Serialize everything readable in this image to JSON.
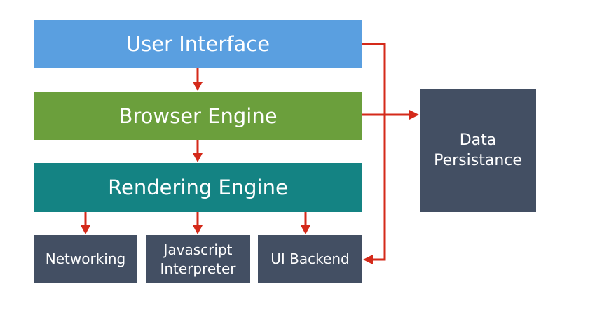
{
  "diagram": {
    "user_interface": "User Interface",
    "browser_engine": "Browser Engine",
    "rendering_engine": "Rendering Engine",
    "networking": "Networking",
    "javascript_interpreter": [
      "Javascript",
      "Interpreter"
    ],
    "ui_backend": "UI Backend",
    "data_persistance": [
      "Data",
      "Persistance"
    ]
  },
  "colors": {
    "user_interface": "#5a9fe0",
    "browser_engine": "#6b9f3c",
    "rendering_engine": "#148383",
    "components": "#434f63",
    "arrows": "#d42a1a"
  }
}
